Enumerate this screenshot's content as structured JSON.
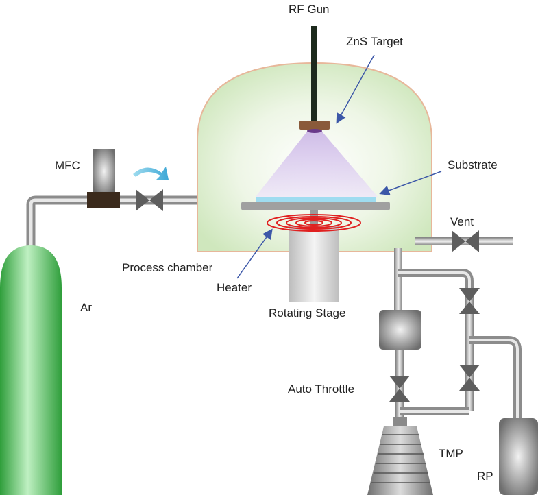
{
  "labels": {
    "rf_gun": "RF Gun",
    "target": "ZnS Target",
    "substrate": "Substrate",
    "mfc": "MFC",
    "vent": "Vent",
    "process_chamber": "Process chamber",
    "heater": "Heater",
    "ar": "Ar",
    "rotating_stage": "Rotating Stage",
    "auto_throttle": "Auto Throttle",
    "tmp": "TMP",
    "rp": "RP"
  },
  "colors": {
    "chamber_fill": "#d6ebc8",
    "chamber_edge": "#e7b79a",
    "cylinder": "#3fb54a",
    "pipe": "#a9a9a9",
    "arrow": "#3c57a8",
    "heater": "#e02020",
    "substrate": "#9fdcf0",
    "target_holder": "#8a5a3a"
  }
}
